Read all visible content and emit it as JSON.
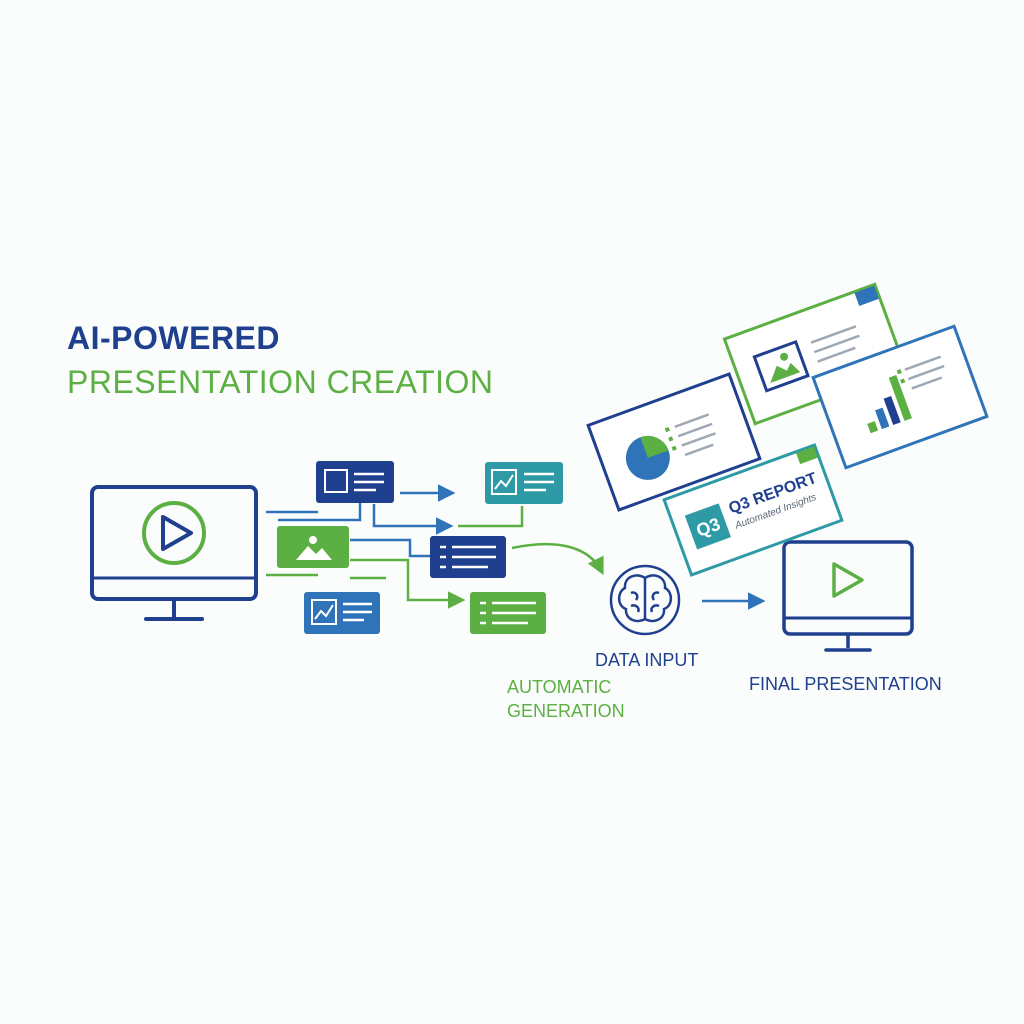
{
  "title": {
    "line1": "AI-POWERED",
    "line2": "PRESENTATION CREATION"
  },
  "labels": {
    "data_input": "DATA INPUT",
    "automatic_generation_line1": "AUTOMATIC",
    "automatic_generation_line2": "GENERATION",
    "final_presentation": "FINAL PRESENTATION"
  },
  "slide_report": {
    "badge": "Q3",
    "heading": "Q3 REPORT",
    "subheading": "Automated Insights"
  },
  "icons": [
    "play-icon",
    "brain-icon",
    "image-icon",
    "pie-chart-icon",
    "bar-chart-icon",
    "line-chart-icon",
    "list-icon"
  ],
  "colors": {
    "blue": "#1f3f8f",
    "mid_blue": "#2f74b8",
    "green": "#5cb043",
    "teal": "#2e9aa6"
  }
}
